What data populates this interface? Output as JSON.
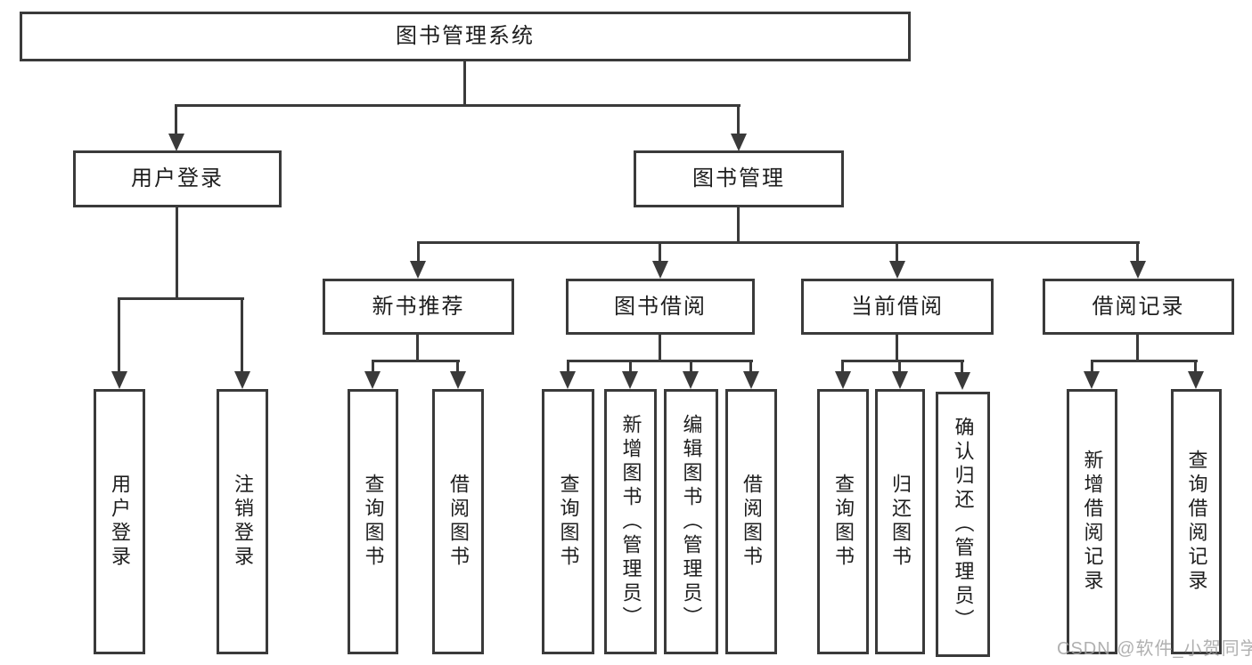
{
  "diagram": {
    "root": {
      "id": "library-management-system",
      "label": "图书管理系统"
    },
    "level2": [
      {
        "id": "user-login",
        "label": "用户登录",
        "parent": "library-management-system"
      },
      {
        "id": "book-management",
        "label": "图书管理",
        "parent": "library-management-system"
      }
    ],
    "level3": [
      {
        "id": "new-book-recommendation",
        "label": "新书推荐",
        "parent": "book-management"
      },
      {
        "id": "book-borrowing",
        "label": "图书借阅",
        "parent": "book-management"
      },
      {
        "id": "current-borrowing",
        "label": "当前借阅",
        "parent": "book-management"
      },
      {
        "id": "borrowing-records",
        "label": "借阅记录",
        "parent": "book-management"
      }
    ],
    "level4": [
      {
        "id": "leaf-user-login",
        "label": "用户登录",
        "parent": "user-login"
      },
      {
        "id": "leaf-logout",
        "label": "注销登录",
        "parent": "user-login"
      },
      {
        "id": "leaf-query-books-recommend",
        "label": "查询图书",
        "parent": "new-book-recommendation"
      },
      {
        "id": "leaf-borrow-books-recommend",
        "label": "借阅图书",
        "parent": "new-book-recommendation"
      },
      {
        "id": "leaf-query-books-borrow",
        "label": "查询图书",
        "parent": "book-borrowing"
      },
      {
        "id": "leaf-add-books-admin",
        "label": "新增图书（管理员）",
        "parent": "book-borrowing"
      },
      {
        "id": "leaf-edit-books-admin",
        "label": "编辑图书（管理员）",
        "parent": "book-borrowing"
      },
      {
        "id": "leaf-borrow-books",
        "label": "借阅图书",
        "parent": "book-borrowing"
      },
      {
        "id": "leaf-query-books-current",
        "label": "查询图书",
        "parent": "current-borrowing"
      },
      {
        "id": "leaf-return-books",
        "label": "归还图书",
        "parent": "current-borrowing"
      },
      {
        "id": "leaf-confirm-return-admin",
        "label": "确认归还（管理员）",
        "parent": "current-borrowing"
      },
      {
        "id": "leaf-add-borrow-record",
        "label": "新增借阅记录",
        "parent": "borrowing-records"
      },
      {
        "id": "leaf-query-borrow-record",
        "label": "查询借阅记录",
        "parent": "borrowing-records"
      }
    ]
  },
  "watermark": {
    "text": "CSDN @软件_小贺同学"
  },
  "colors": {
    "line": "#3a3a3a",
    "text": "#1e1e1e",
    "watermark": "#a3a3a3",
    "background": "#ffffff"
  }
}
